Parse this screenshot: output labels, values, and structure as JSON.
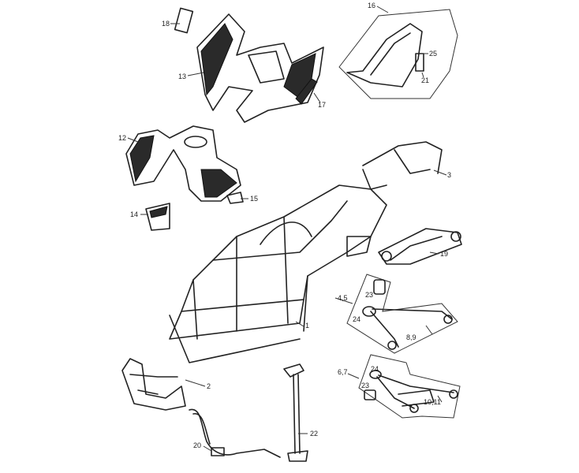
{
  "diagram": {
    "callouts": {
      "c18": "18",
      "c13": "13",
      "c16": "16",
      "c25": "25",
      "c21": "21",
      "c17": "17",
      "c12": "12",
      "c3": "3",
      "c15": "15",
      "c14": "14",
      "c19": "19",
      "c45": "4,5",
      "c23a": "23",
      "c24a": "24",
      "c89": "8,9",
      "c1": "1",
      "c67": "6,7",
      "c24b": "24",
      "c23b": "23",
      "c1011": "10,11",
      "c2": "2",
      "c22": "22",
      "c20": "20"
    }
  }
}
